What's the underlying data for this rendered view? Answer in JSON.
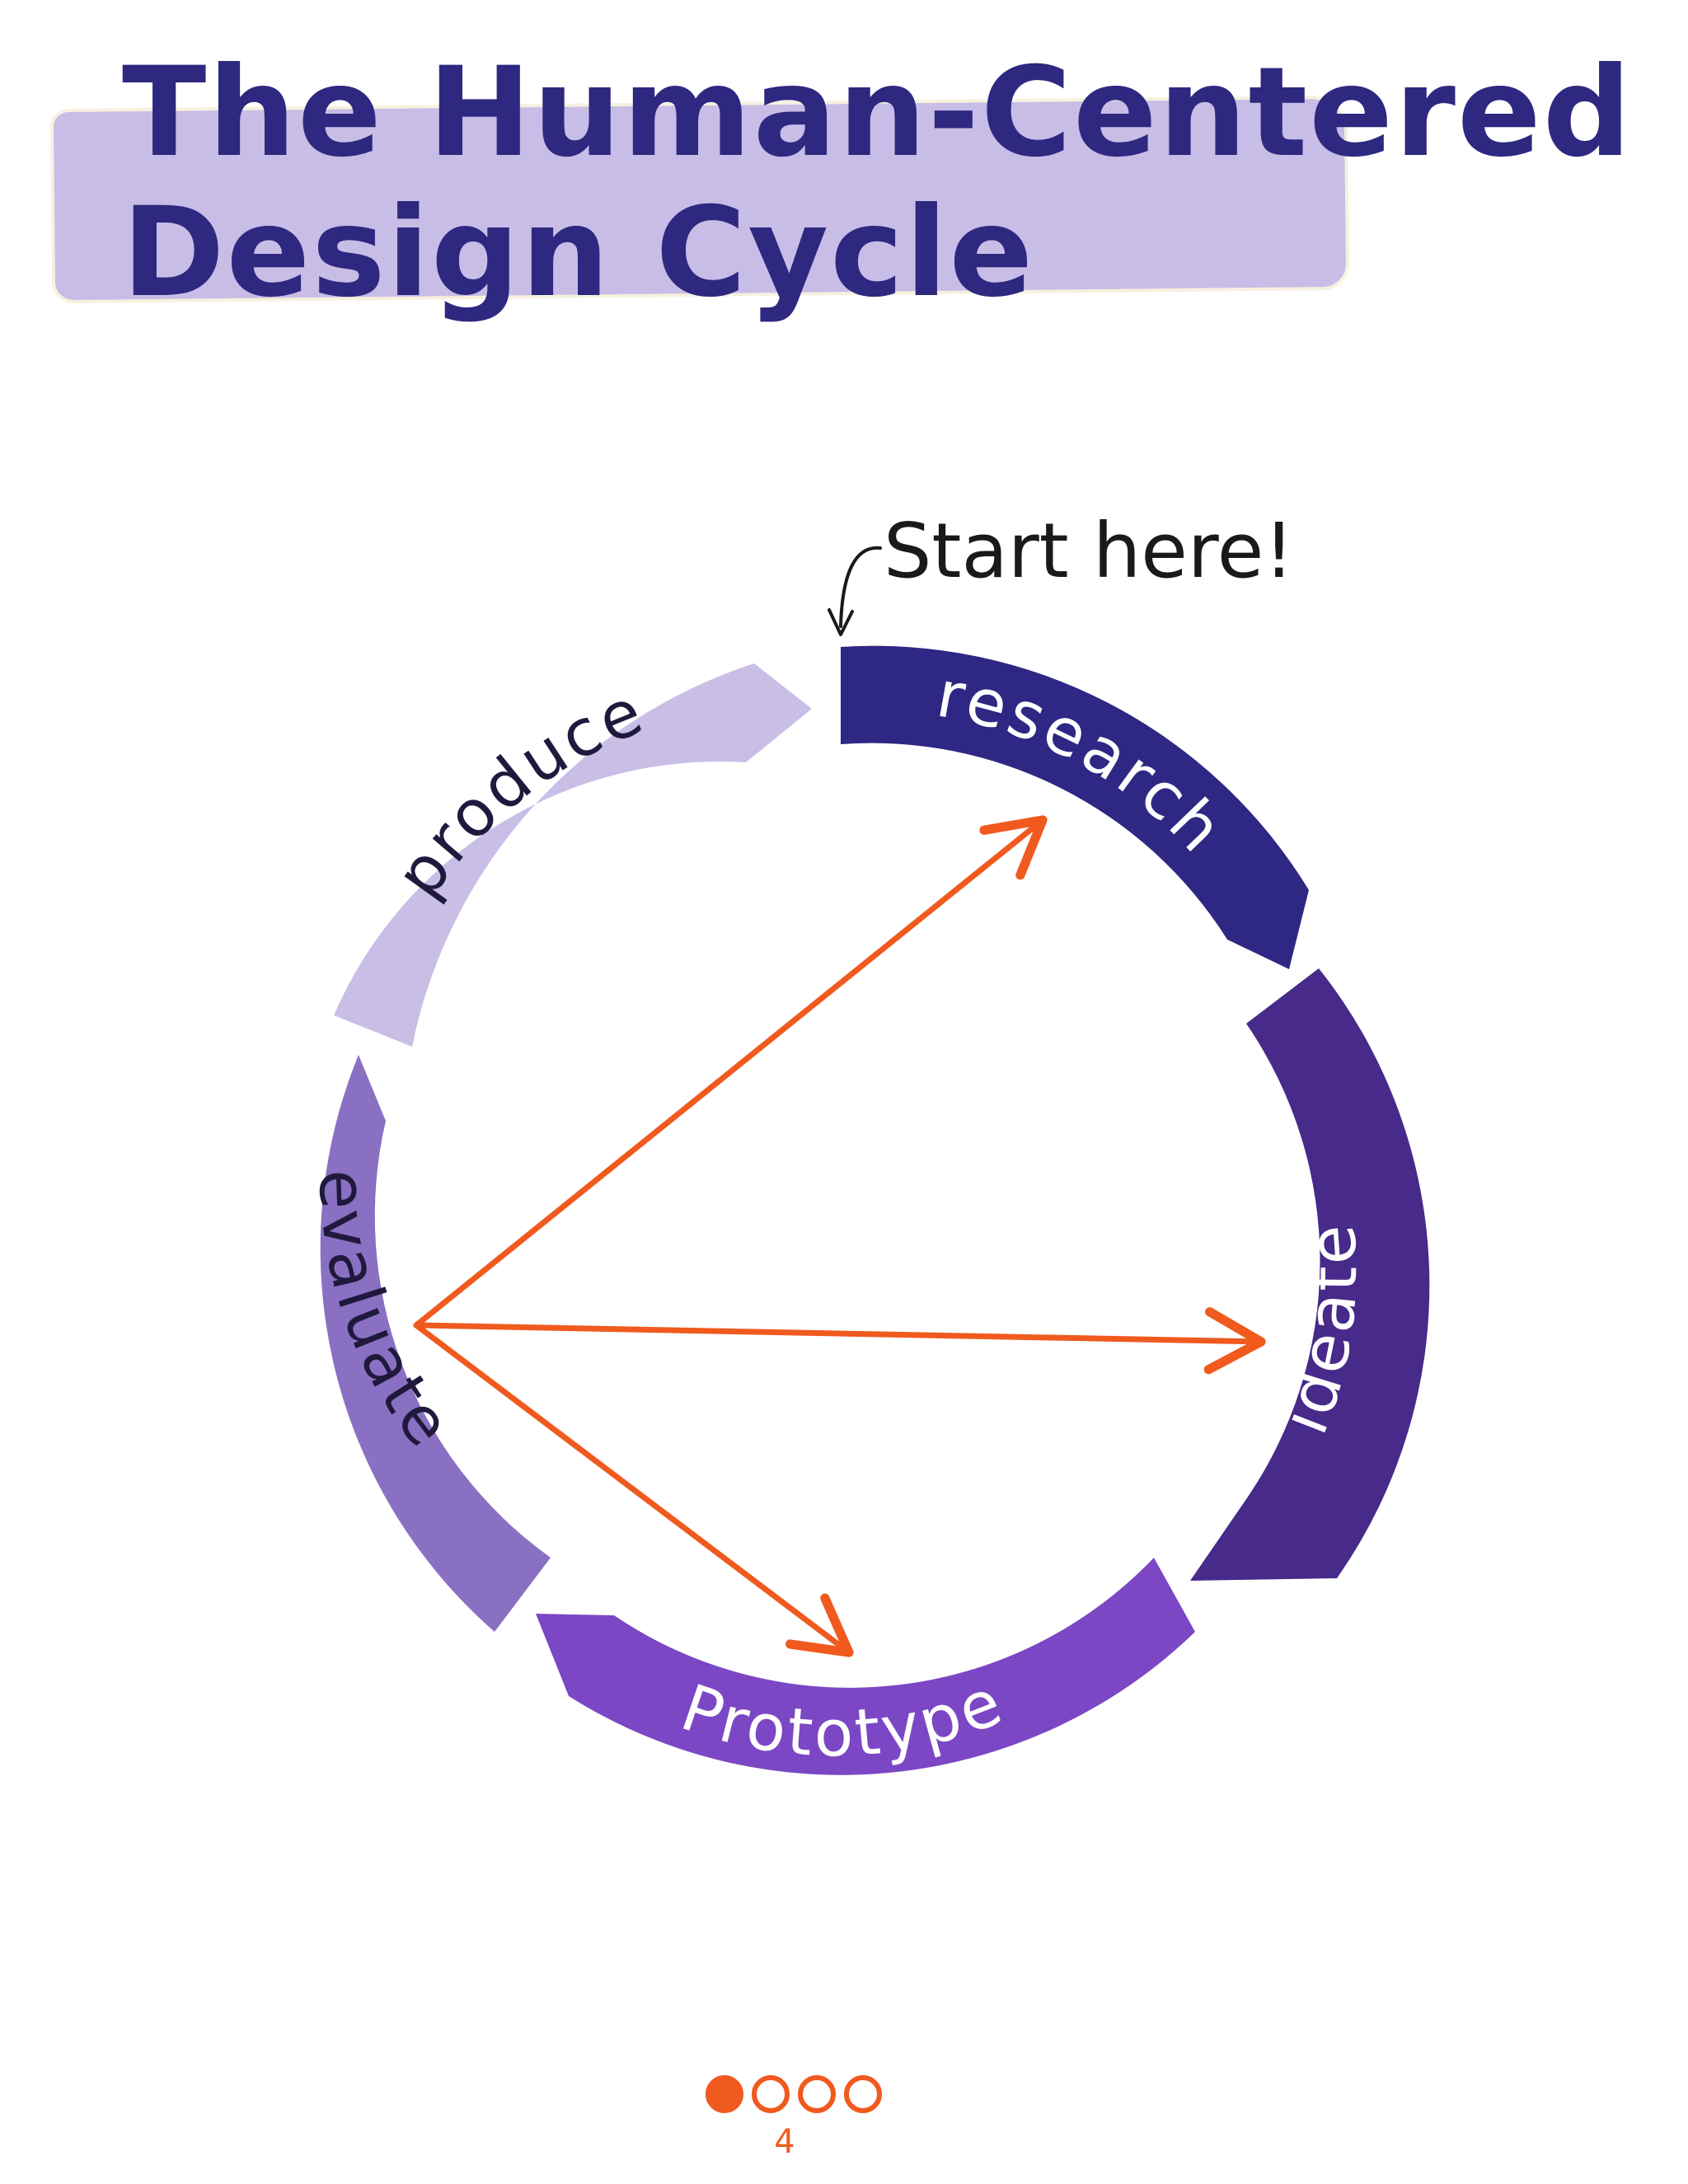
{
  "title": {
    "line1": "The Human-Centered",
    "line2": "Design Cycle"
  },
  "annotation": {
    "start_label": "Start here!"
  },
  "stages": [
    {
      "label": "research",
      "color": "#2e2783"
    },
    {
      "label": "ideate",
      "color": "#472a8a"
    },
    {
      "label": "Prototype",
      "color": "#7b47c4"
    },
    {
      "label": "evaluate",
      "color": "#8a70c2"
    },
    {
      "label": "produce",
      "color": "#c9bee6"
    }
  ],
  "arrows": [
    {
      "from": "evaluate",
      "to": "research"
    },
    {
      "from": "evaluate",
      "to": "ideate"
    },
    {
      "from": "evaluate",
      "to": "Prototype"
    }
  ],
  "colors": {
    "title_text": "#2e2880",
    "title_banner": "#c8bde6",
    "arrow": "#f05a1e"
  },
  "pagination": {
    "page_number": "4",
    "dots_total": 4,
    "active_dot": 1
  }
}
